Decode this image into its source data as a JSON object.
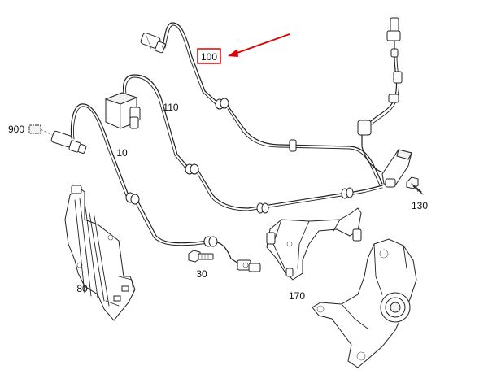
{
  "parts": {
    "p100": "100",
    "p110": "110",
    "p10": "10",
    "p900": "900",
    "p130": "130",
    "p30": "30",
    "p80": "80",
    "p170": "170"
  },
  "highlight_color": "#e00000"
}
